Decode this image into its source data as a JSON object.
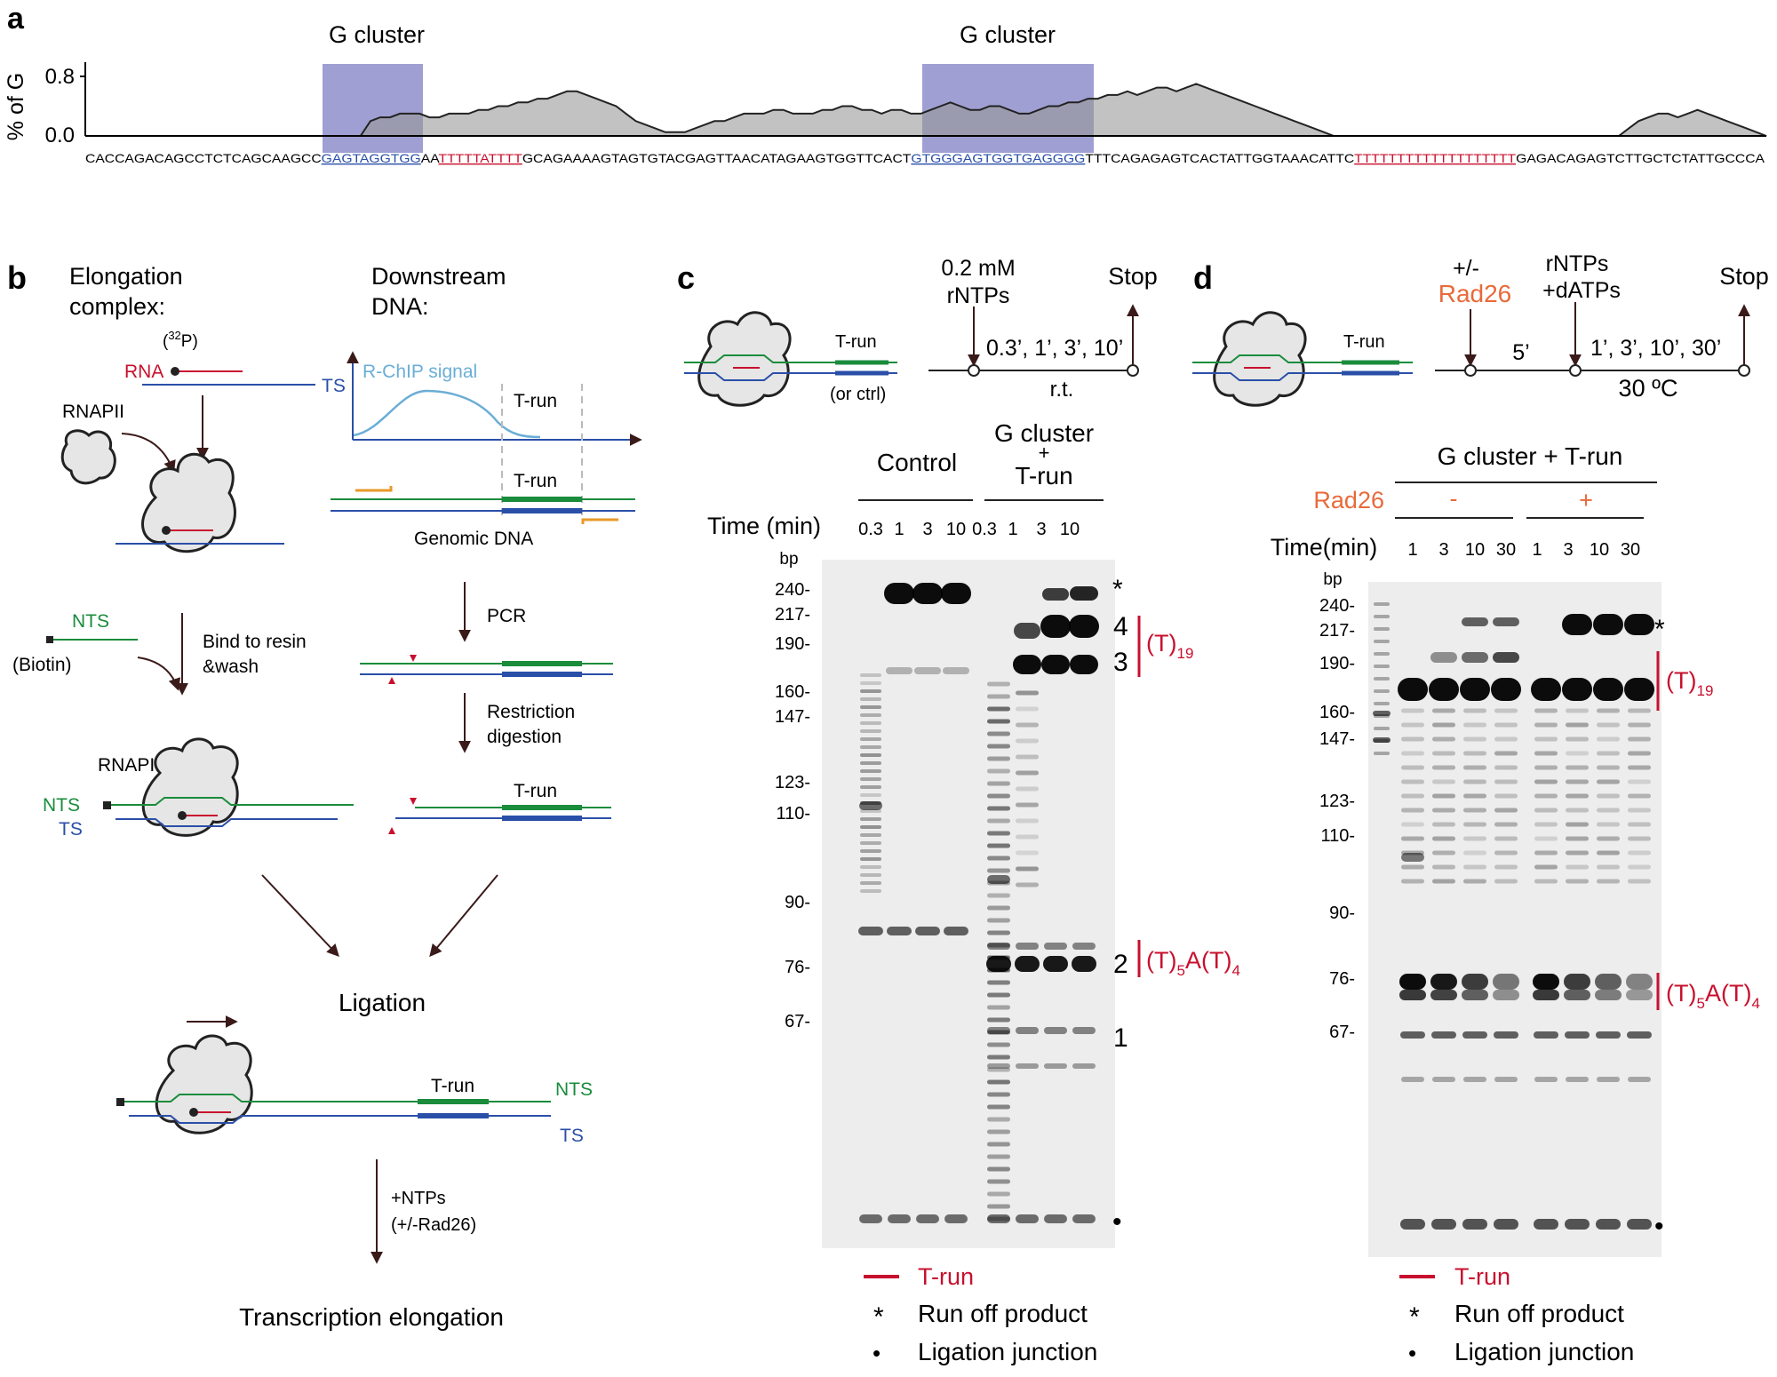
{
  "panel_a": {
    "letter": "a",
    "cluster_label_1": "G cluster",
    "cluster_label_2": "G cluster",
    "y_axis_label": "% of G",
    "y_tick_top": "0.8",
    "y_tick_bottom": "0.0",
    "sequence": [
      {
        "text": "CACCAGACAGCCTCTCAGCAAGCC",
        "style": "plain"
      },
      {
        "text": "GAGTAGGTGG",
        "style": "blue"
      },
      {
        "text": "AA",
        "style": "plain"
      },
      {
        "text": "TTTTTATTTT",
        "style": "red"
      },
      {
        "text": "GCAGAAAAGTAGTGTACGAGTTAACATAGAAGTGGTTCACT",
        "style": "plain"
      },
      {
        "text": "GTGGGAGTGGTGAGGGG",
        "style": "blue"
      },
      {
        "text": "TTTCAGAGAGTCACTATTGGTAAACATTC",
        "style": "plain"
      },
      {
        "text": "TTTTTTTTTTTTTTTTTTT",
        "style": "red"
      },
      {
        "text": "GAGACAGAGTCTTGCTCTATTGCCCA",
        "style": "plain"
      }
    ],
    "profile_values": [
      0,
      0,
      0,
      0,
      0,
      0,
      0,
      0,
      0,
      0,
      0,
      0,
      0,
      0,
      0,
      0,
      0,
      0,
      0,
      0,
      0,
      0,
      0,
      0,
      0,
      0,
      0,
      0,
      0,
      0.2,
      0.25,
      0.25,
      0.3,
      0.3,
      0.3,
      0.25,
      0.25,
      0.3,
      0.3,
      0.3,
      0.35,
      0.35,
      0.4,
      0.4,
      0.45,
      0.45,
      0.5,
      0.5,
      0.55,
      0.6,
      0.6,
      0.55,
      0.5,
      0.45,
      0.4,
      0.3,
      0.2,
      0.15,
      0.1,
      0.05,
      0.05,
      0.05,
      0.1,
      0.15,
      0.2,
      0.2,
      0.25,
      0.3,
      0.3,
      0.3,
      0.35,
      0.35,
      0.3,
      0.3,
      0.3,
      0.35,
      0.35,
      0.4,
      0.4,
      0.35,
      0.35,
      0.3,
      0.35,
      0.35,
      0.3,
      0.3,
      0.35,
      0.4,
      0.45,
      0.4,
      0.35,
      0.35,
      0.4,
      0.4,
      0.35,
      0.3,
      0.3,
      0.35,
      0.4,
      0.4,
      0.45,
      0.45,
      0.5,
      0.5,
      0.55,
      0.55,
      0.6,
      0.55,
      0.6,
      0.65,
      0.65,
      0.6,
      0.65,
      0.7,
      0.65,
      0.6,
      0.55,
      0.5,
      0.45,
      0.4,
      0.35,
      0.3,
      0.25,
      0.2,
      0.15,
      0.1,
      0.05,
      0,
      0,
      0,
      0,
      0,
      0,
      0,
      0,
      0,
      0,
      0,
      0,
      0,
      0,
      0,
      0,
      0,
      0,
      0,
      0,
      0,
      0,
      0,
      0,
      0,
      0,
      0,
      0,
      0,
      0,
      0.1,
      0.2,
      0.25,
      0.3,
      0.3,
      0.25,
      0.3,
      0.35,
      0.3,
      0.25,
      0.2,
      0.15,
      0.1,
      0.05,
      0
    ]
  },
  "panel_b": {
    "letter": "b",
    "elongation_title_1": "Elongation",
    "elongation_title_2": "complex:",
    "p32_prefix": "(",
    "p32_sup": "32",
    "p32_suffix": "P)",
    "rna": "RNA",
    "ts": "TS",
    "rnapii": "RNAPII",
    "nts": "NTS",
    "biotin": "(Biotin)",
    "bind_1": "Bind to resin",
    "bind_2": "&wash",
    "rnapii_2": "RNAPII",
    "nts_2": "NTS",
    "ts_2": "TS",
    "downstream_1": "Downstream",
    "downstream_2": "DNA:",
    "rchip": "R-ChIP signal",
    "trun_1": "T-run",
    "trun_2": "T-run",
    "genomic": "Genomic DNA",
    "pcr": "PCR",
    "restriction_1": "Restriction",
    "restriction_2": "digestion",
    "trun_3": "T-run",
    "ligation": "Ligation",
    "trun_4": "T-run",
    "nts_3": "NTS",
    "ts_3": "TS",
    "ntps_1": "+NTPs",
    "ntps_2": "(+/-Rad26)",
    "elongation": "Transcription elongation"
  },
  "panel_c": {
    "letter": "c",
    "trun": "T-run",
    "or_ctrl": "(or ctrl)",
    "conc_1": "0.2 mM",
    "conc_2": "rNTPs",
    "times": "0.3’, 1’, 3’, 10’",
    "rt": "r.t.",
    "stop": "Stop",
    "control": "Control",
    "gc_1": "G cluster",
    "gc_2": "+",
    "gc_3": "T-run",
    "time_label": "Time (min)",
    "lanes": [
      "0.3",
      "1",
      "3",
      "10",
      "0.3",
      "1",
      "3",
      "10"
    ],
    "bp": "bp",
    "markers": [
      "240-",
      "217-",
      "190-",
      "160-",
      "147-",
      "123-",
      "110-",
      "90-",
      "76-",
      "67-"
    ],
    "asterisk": "*",
    "n4": "4",
    "n3": "3",
    "n2": "2",
    "n1": "1",
    "t19": "(T)",
    "t19_sub": "19",
    "t5a": "(T)",
    "t5a_sub": "5",
    "t5a_mid": "A(T)",
    "t5a_sub2": "4",
    "dot": "•",
    "legend_trun": "T-run",
    "legend_star": "*",
    "legend_runoff": "Run off product",
    "legend_dot": "•",
    "legend_lig": "Ligation junction"
  },
  "panel_d": {
    "letter": "d",
    "trun": "T-run",
    "pm": "+/-",
    "rad26": "Rad26",
    "five": "5’",
    "rntps_1": "rNTPs",
    "rntps_2": "+dATPs",
    "times": "1’, 3’, 10’, 30’",
    "temp": "30 ºC",
    "stop": "Stop",
    "gc_trun": "G cluster + T-run",
    "rad26_row": "Rad26",
    "minus": "-",
    "plus": "+",
    "time_label": "Time(min)",
    "lanes": [
      "1",
      "3",
      "10",
      "30",
      "1",
      "3",
      "10",
      "30"
    ],
    "bp": "bp",
    "markers": [
      "240-",
      "217-",
      "190-",
      "160-",
      "147-",
      "123-",
      "110-",
      "90-",
      "76-",
      "67-"
    ],
    "asterisk": "*",
    "t19": "(T)",
    "t19_sub": "19",
    "t5a": "(T)",
    "t5a_sub": "5",
    "t5a_mid": "A(T)",
    "t5a_sub2": "4",
    "dot": "•",
    "legend_trun": "T-run",
    "legend_star": "*",
    "legend_runoff": "Run off product",
    "legend_dot": "•",
    "legend_lig": "Ligation junction"
  },
  "colors": {
    "blue_highlight": "#7f7fc4",
    "red": "#c8102e",
    "orange": "#e86a3a",
    "green": "#1a8c3c",
    "blue": "#2a4fa8",
    "rchip": "#6aaed6",
    "arrow": "#3b1a1a"
  }
}
